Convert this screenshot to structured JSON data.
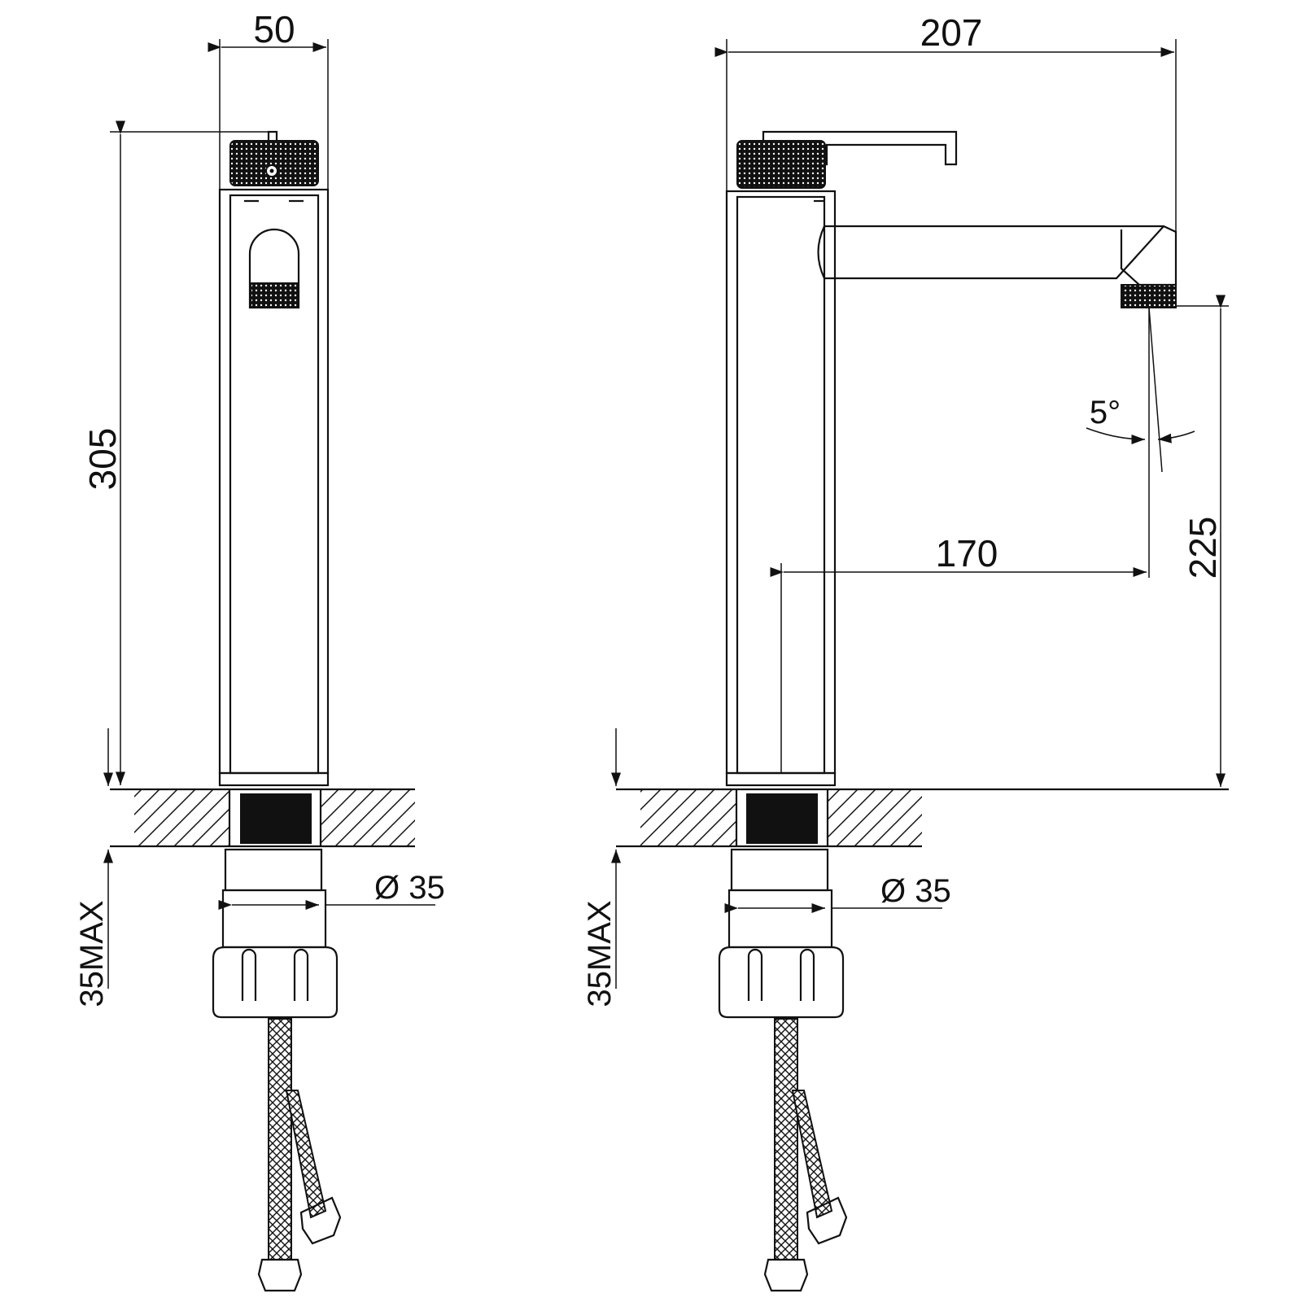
{
  "front_view": {
    "width_dim": "50",
    "height_dim": "305",
    "deck_dim": "35MAX",
    "hole_dim": "Ø 35"
  },
  "side_view": {
    "length_dim": "207",
    "reach_dim": "170",
    "outlet_height_dim": "225",
    "angle_dim": "5°",
    "deck_dim": "35MAX",
    "hole_dim": "Ø 35"
  }
}
